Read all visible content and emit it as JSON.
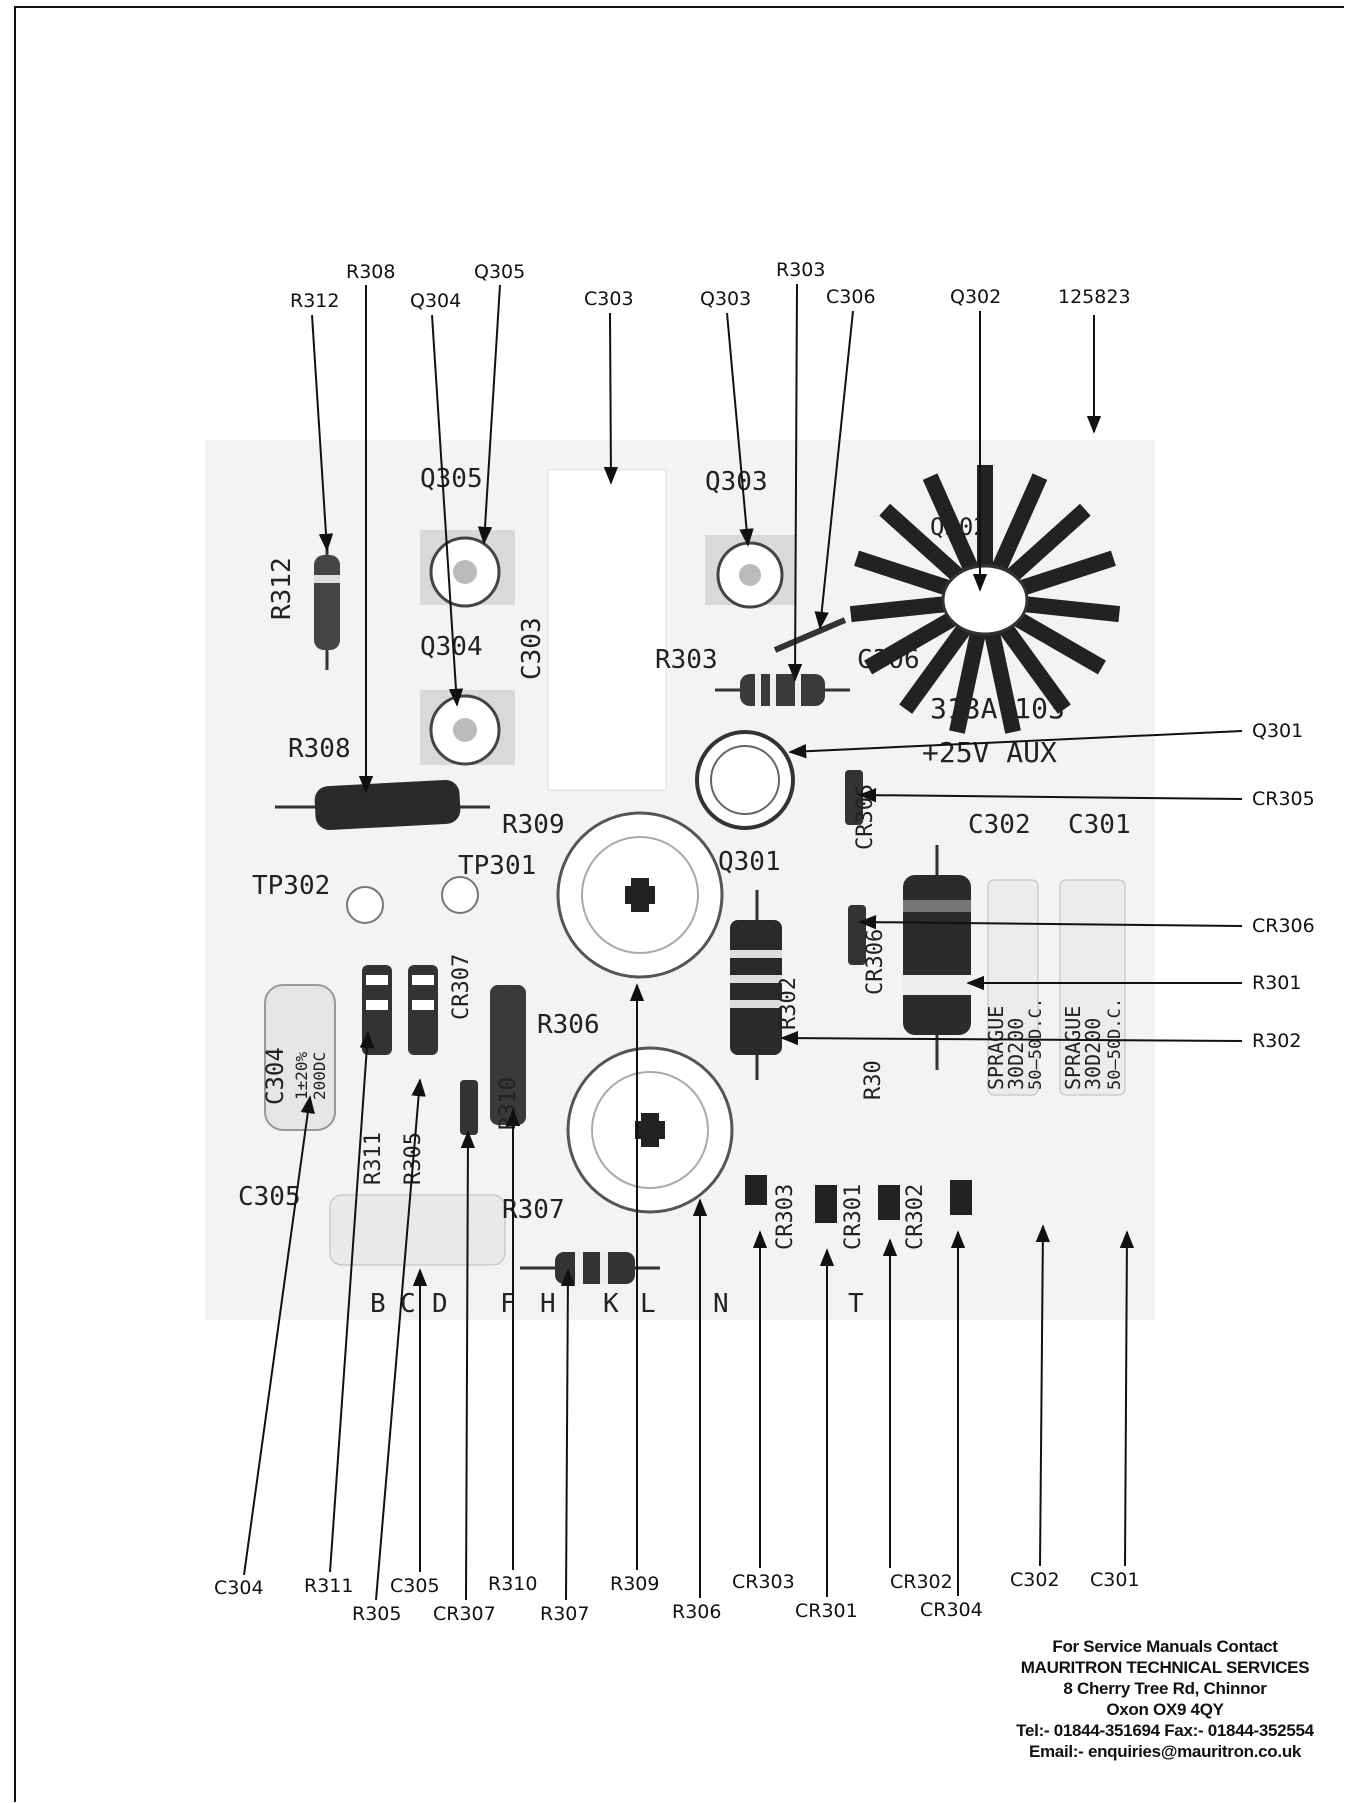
{
  "board": {
    "silkscreen": {
      "part_number": "313A-103",
      "supply": "+25V AUX",
      "refs": [
        "Q305",
        "Q304",
        "Q303",
        "Q302",
        "Q301",
        "C303",
        "C306",
        "C302",
        "C301",
        "C304",
        "C305",
        "R312",
        "R308",
        "R309",
        "R303",
        "R306",
        "R307",
        "R311",
        "R305",
        "R310",
        "R302",
        "R30",
        "CR305",
        "CR306",
        "CR307",
        "CR303",
        "CR301",
        "CR302",
        "TP301",
        "TP302"
      ],
      "connector_pins": [
        "B",
        "C",
        "D",
        "F",
        "H",
        "K",
        "L",
        "N",
        "T"
      ],
      "capacitor_markings": {
        "c304": [
          "1±20%",
          "200DC"
        ],
        "c301": [
          "SPRAGUE",
          "30D200",
          "50—50D.C."
        ],
        "c302": [
          "SPRAGUE",
          "30D200",
          "50—50D.C."
        ]
      }
    },
    "callouts_top": [
      "R312",
      "R308",
      "Q304",
      "Q305",
      "C303",
      "Q303",
      "R303",
      "C306",
      "Q302",
      "125823"
    ],
    "callouts_right": [
      "Q301",
      "CR305",
      "CR306",
      "R301",
      "R302"
    ],
    "callouts_bottom": [
      "C304",
      "R311",
      "R305",
      "C305",
      "CR307",
      "R310",
      "R307",
      "R309",
      "R306",
      "CR303",
      "CR301",
      "CR302",
      "CR304",
      "C302",
      "C301"
    ]
  },
  "contact": {
    "line1": "For Service Manuals Contact",
    "line2": "MAURITRON TECHNICAL SERVICES",
    "line3": "8 Cherry Tree Rd, Chinnor",
    "line4": "Oxon OX9 4QY",
    "line5": "Tel:- 01844-351694 Fax:- 01844-352554",
    "line6": "Email:- enquiries@mauritron.co.uk"
  },
  "colors": {
    "ink": "#111111",
    "paper": "#ffffff",
    "board": "#f2f2f2"
  }
}
